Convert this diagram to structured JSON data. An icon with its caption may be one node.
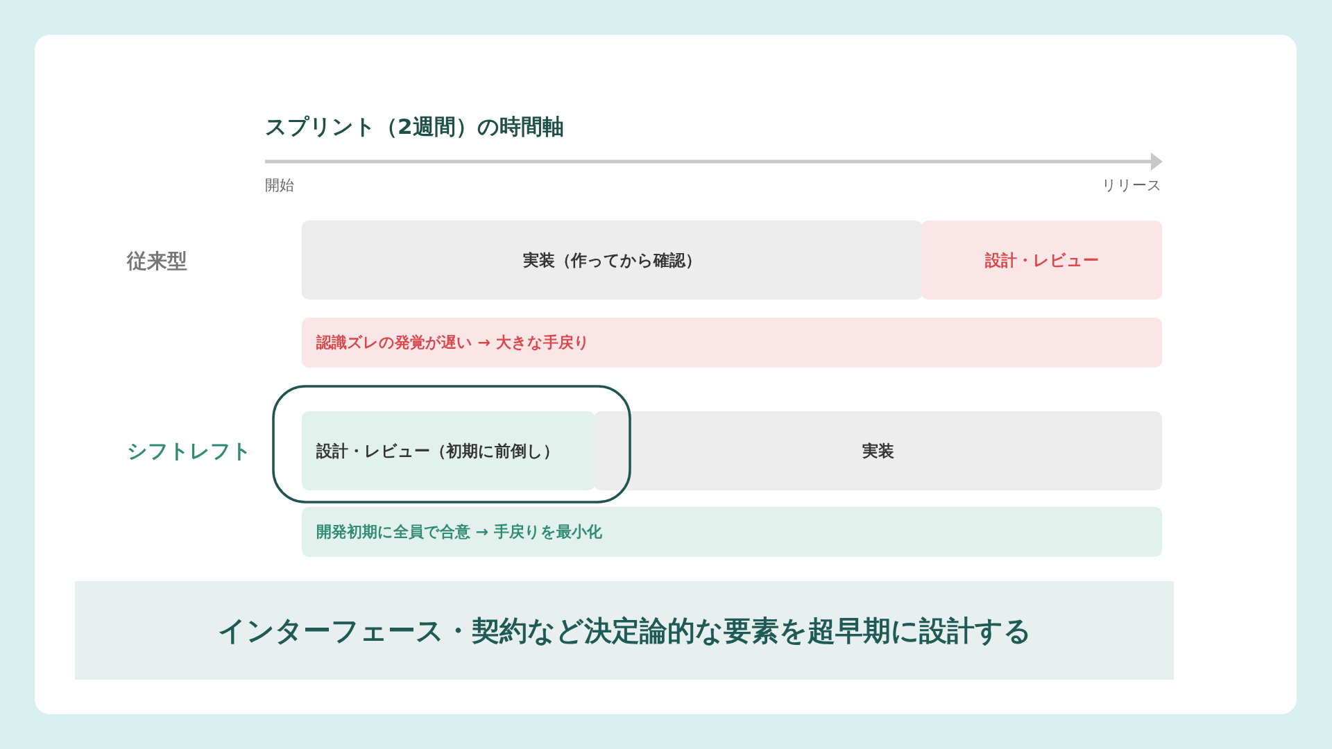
{
  "diagram": {
    "title": "スプリント（2週間）の時間軸",
    "nodes": [
      {
        "text": [
          "実装（作ってから確認）"
        ]
      },
      {
        "text": [
          "設計・レビュー"
        ]
      },
      {
        "text": [
          "認識ズレの発覚が遅い → 大きな手戻り"
        ]
      },
      {
        "text": [
          "設計・レビュー（初期に前倒し）"
        ]
      },
      {
        "text": [
          "実装"
        ]
      },
      {
        "text": [
          "開発初期に全員で合意 → 手戻りを最小化"
        ]
      },
      {
        "text": [
          "インターフェース・契約など決定論的な要素を超早期に設計する"
        ]
      }
    ],
    "labels": [
      "開始",
      "リリース",
      "従来型",
      "シフトレフト"
    ]
  }
}
